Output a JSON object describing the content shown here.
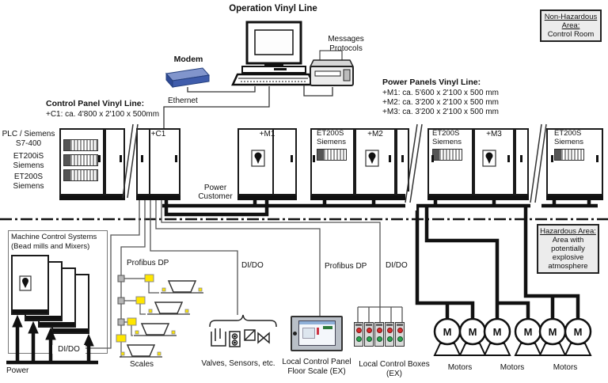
{
  "title": "Operation Vinyl Line",
  "colors": {
    "modem_blue": "#3f5cab",
    "profibus_node_yellow": "#ffe600",
    "profibus_node_gray": "#b5b5b5",
    "button_red": "#d92f2f",
    "button_green": "#2ea44f",
    "area_box_bg": "#ececec"
  },
  "top": {
    "modem": "Modem",
    "ethernet": "Ethernet",
    "messages_line1": "Messages",
    "messages_line2": "Protocols"
  },
  "areas": {
    "non_hazardous_title": "Non-Hazardous Area:",
    "non_hazardous_body": "Control Room",
    "hazardous_title": "Hazardous Area:",
    "hazardous_body": "Area with potentially explosive atmosphere"
  },
  "notes": {
    "control_heading": "Control Panel Vinyl Line:",
    "control_line": "+C1: ca. 4'800 x 2'100 x 500mm",
    "power_heading": "Power Panels Vinyl Line:",
    "power_lines": [
      "+M1: ca. 5'600 x 2'100 x 500 mm",
      "+M2: ca. 3'200 x 2'100 x 500 mm",
      "+M3: ca. 3'200 x 2'100 x 500 mm"
    ]
  },
  "plc_labels": [
    {
      "l1": "PLC / Siemens",
      "l2": "S7-400"
    },
    {
      "l1": "ET200iS",
      "l2": "Siemens"
    },
    {
      "l1": "ET200S",
      "l2": "Siemens"
    }
  ],
  "cabinets": {
    "c1": "+C1",
    "m1": "+M1",
    "m2": "+M2",
    "m3": "+M3",
    "et_l1": "ET200S",
    "et_l2": "Siemens"
  },
  "bus": {
    "power_customer_l1": "Power",
    "power_customer_l2": "Customer"
  },
  "machine": {
    "title_l1": "Machine Control Systems",
    "title_l2": "(Bead mills and Mixers)",
    "dido": "DI/DO",
    "power": "Power"
  },
  "field": {
    "scales_bus": "Profibus DP",
    "scales_caption": "Scales",
    "valves_bus": "DI/DO",
    "valves_caption": "Valves, Sensors, etc.",
    "panel_bus": "Profibus DP",
    "panel_caption_l1": "Local Control Panel",
    "panel_caption_l2": "Floor Scale (EX)",
    "boxes_bus": "DI/DO",
    "boxes_caption_l1": "Local Control Boxes",
    "boxes_caption_l2": "(EX)",
    "motor_letter": "M",
    "motor_labels": [
      "Motors",
      "Motors",
      "Motors"
    ]
  }
}
